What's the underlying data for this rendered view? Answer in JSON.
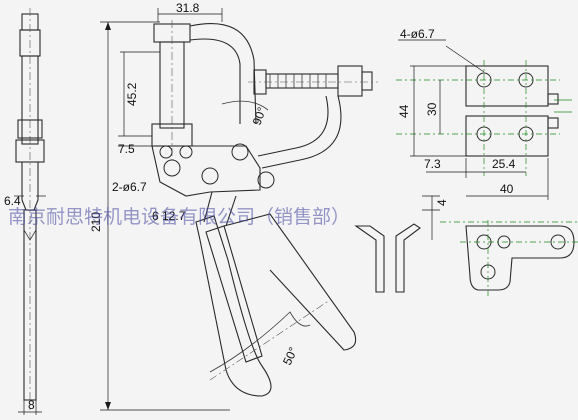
{
  "dimensions": {
    "top_width": "31.8",
    "vertical_offset": "45.2",
    "handle_angle": "90°",
    "base_offset": "7.5",
    "hole_spec": "2-ø6.7",
    "hole_spacing": "6 12.7",
    "total_height": "210",
    "rod_diameter": "6.4",
    "rod_width": "8",
    "release_angle": "50°",
    "base_holes": "4-ø6.7",
    "base_height_outer": "44",
    "base_height_inner": "30",
    "base_offset_x": "7.3",
    "base_hole_spacing": "25.4",
    "base_width": "40",
    "thickness": "4"
  },
  "watermark": "南京耐思特机电设备有限公司（销售部）"
}
